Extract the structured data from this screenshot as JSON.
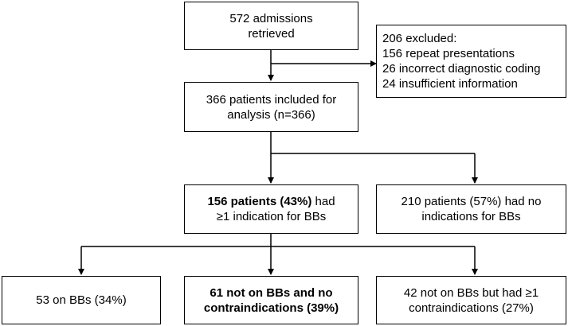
{
  "boxes": {
    "retrieved": {
      "lines": [
        "572 admissions",
        "retrieved"
      ]
    },
    "excluded": {
      "lines": [
        "206 excluded:",
        "156 repeat presentations",
        "26 incorrect diagnostic coding",
        "24 insufficient information"
      ]
    },
    "included": {
      "lines": [
        "366 patients included for",
        "analysis (n=366)"
      ]
    },
    "indication": {
      "line1_bold": "156 patients (43%)",
      "line1_rest": " had",
      "line2": "≥1 indication for BBs"
    },
    "no_indication": {
      "lines": [
        "210 patients (57%) had no",
        "indications for BBs"
      ]
    },
    "on_bbs": {
      "lines": [
        "53 on BBs (34%)"
      ]
    },
    "not_on_bbs_no_ci": {
      "lines": [
        "61 not on BBs and no",
        "contraindications (39%)"
      ]
    },
    "not_on_bbs_ci": {
      "lines": [
        "42 not on BBs but had ≥1",
        "contraindications (27%)"
      ]
    }
  }
}
